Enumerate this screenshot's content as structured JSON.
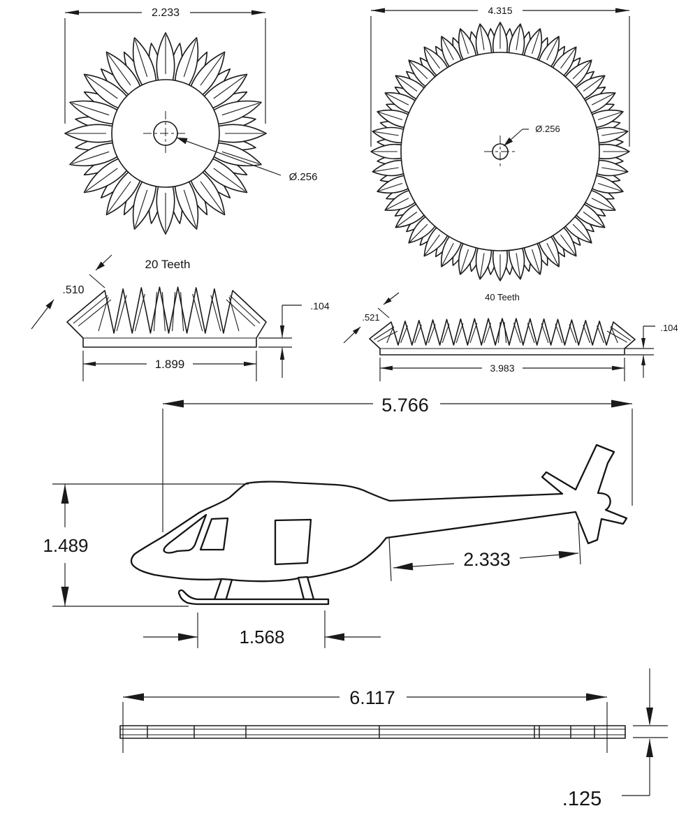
{
  "drawing": {
    "background": "#ffffff",
    "line_color": "#1a1a1a",
    "gear_small": {
      "teeth_count": 20,
      "teeth_label": "20 Teeth",
      "outer_diameter": "2.233",
      "bore_diameter": "Ø.256",
      "face_width": ".510",
      "hub_width": "1.899",
      "base_thickness": ".104"
    },
    "gear_large": {
      "teeth_count": 40,
      "teeth_label": "40 Teeth",
      "outer_diameter": "4.315",
      "bore_diameter": "Ø.256",
      "face_width": ".521",
      "hub_width": "3.983",
      "base_thickness": ".104"
    },
    "helicopter": {
      "overall_length": "5.766",
      "body_height": "1.489",
      "tail_boom_length": "2.333",
      "skid_length": "1.568"
    },
    "plate": {
      "length": "6.117",
      "thickness": ".125"
    }
  }
}
